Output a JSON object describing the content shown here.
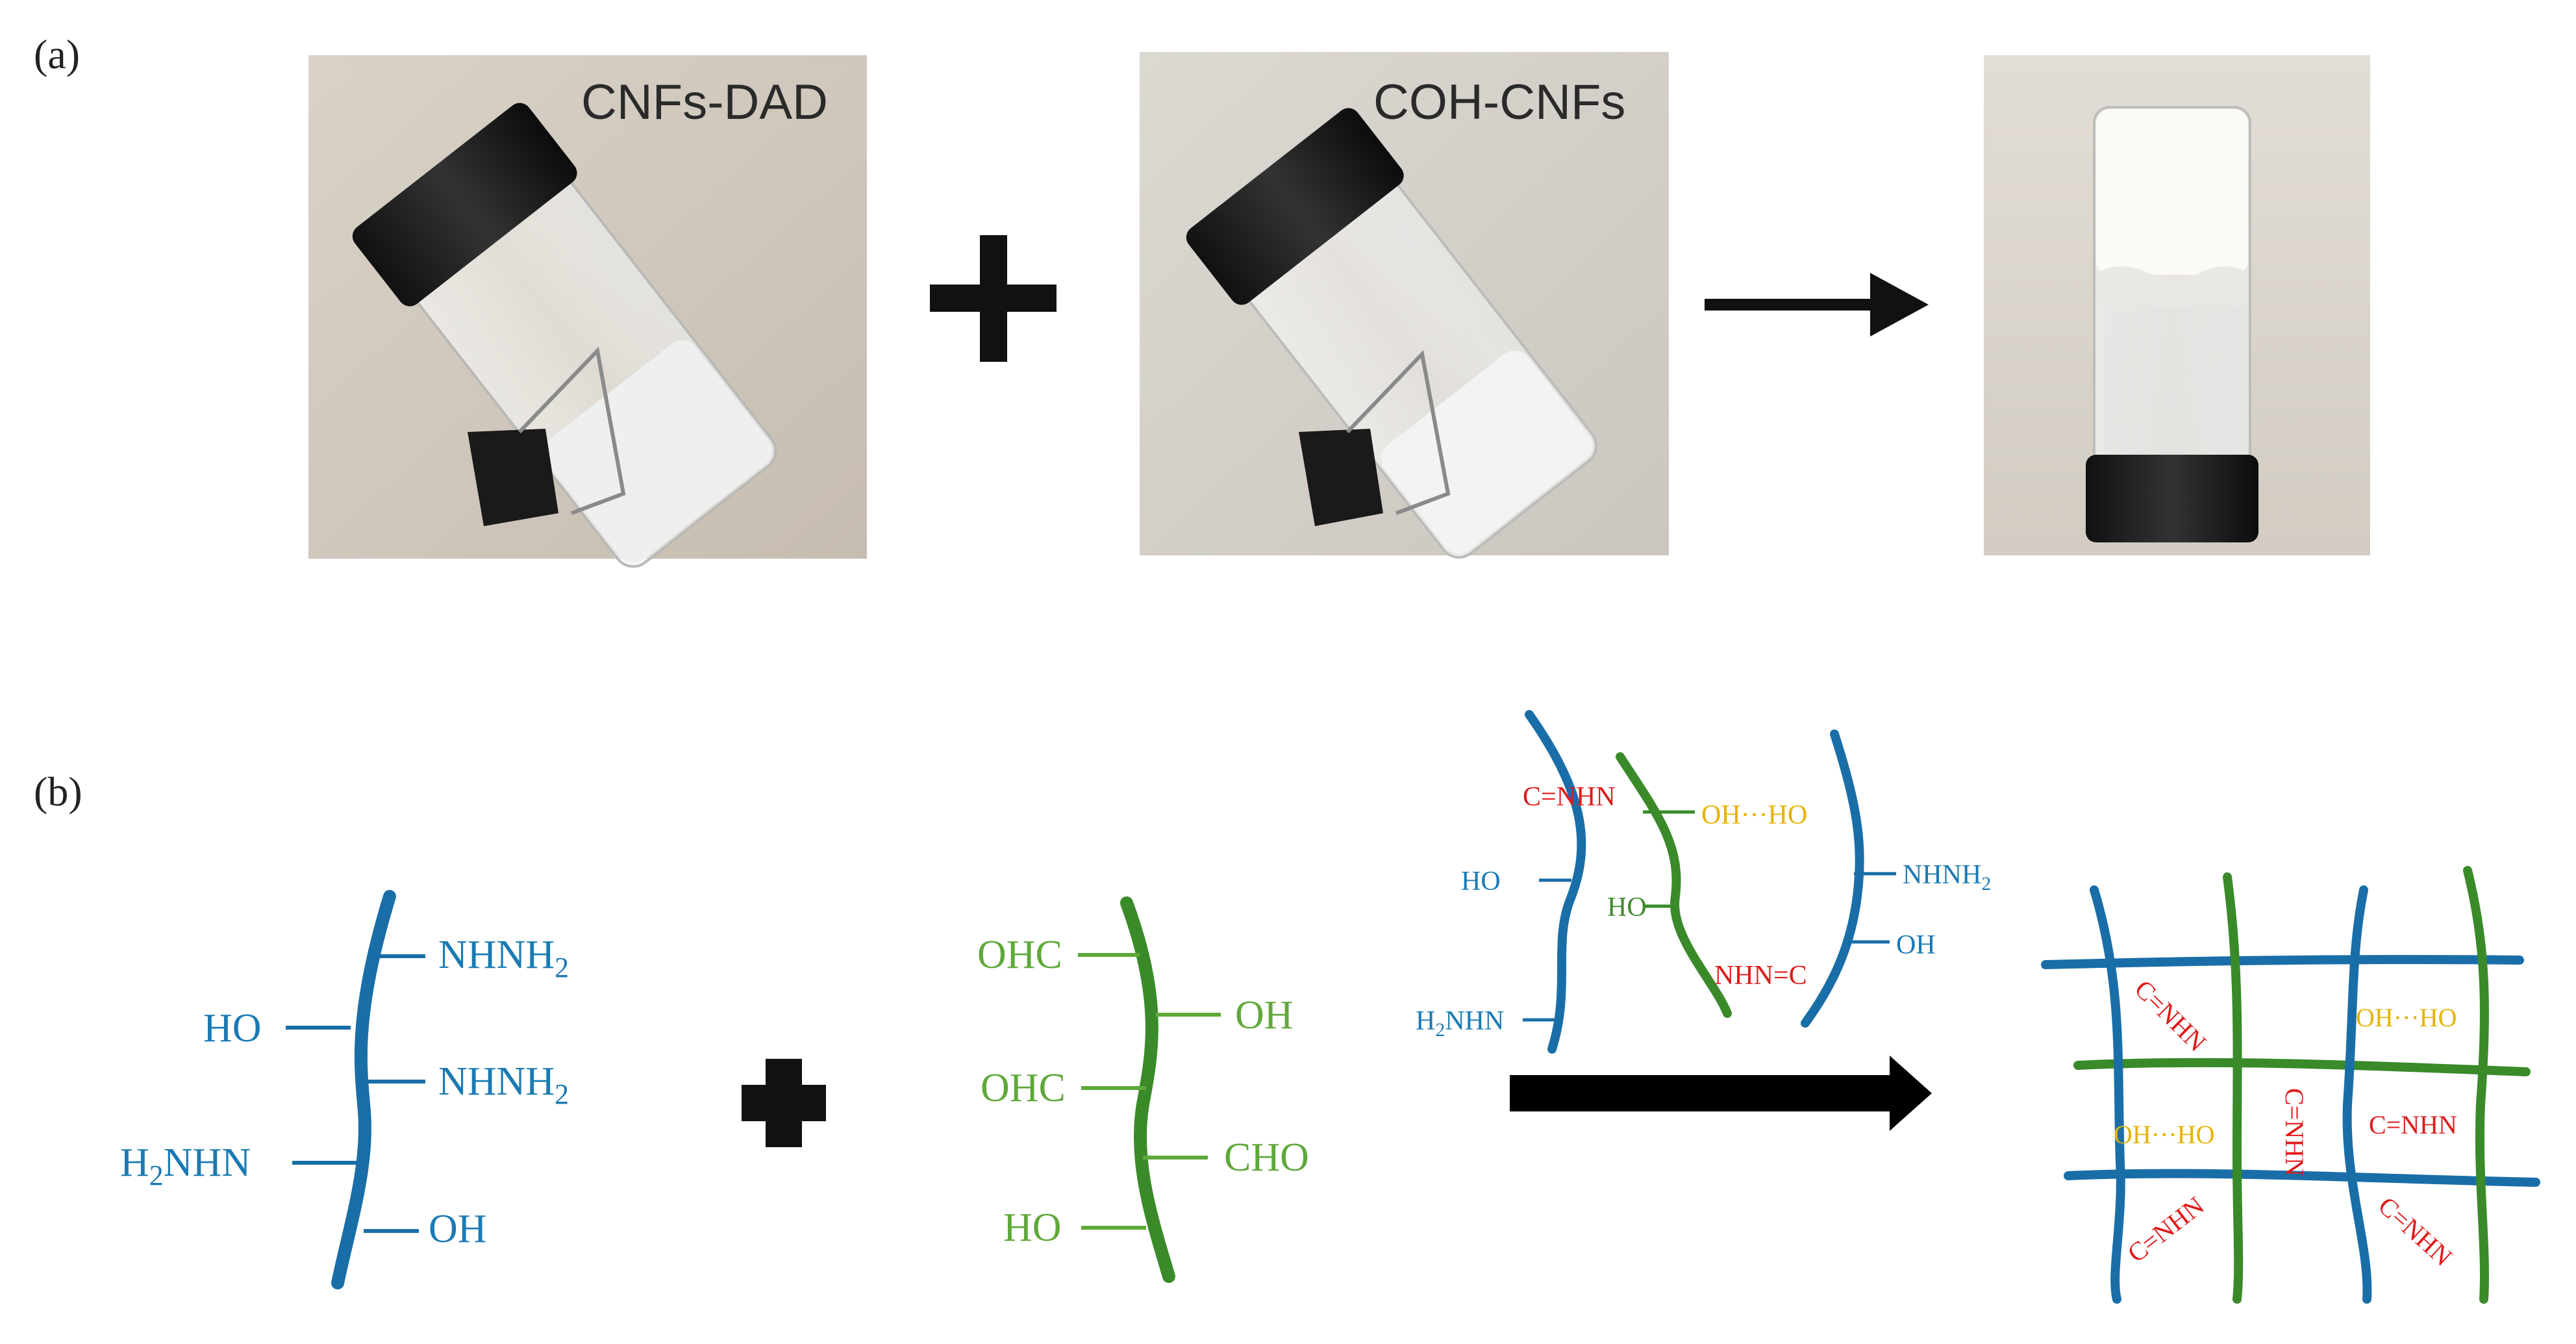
{
  "panel_labels": {
    "a": "(a)",
    "b": "(b)"
  },
  "photos": [
    {
      "label": "CNFs-DAD"
    },
    {
      "label": "COH-CNFs"
    },
    {
      "label": ""
    }
  ],
  "chain_blue": {
    "groups": [
      "NHNH2",
      "HO",
      "NHNH2",
      "H2NHN",
      "OH"
    ]
  },
  "chain_green": {
    "groups": [
      "OHC",
      "OH",
      "OHC",
      "CHO",
      "HO"
    ]
  },
  "crosslink": {
    "imine_a": "C=NHN",
    "hbond": "OH···HO",
    "ho_blue": "HO",
    "nhnh2": "NHNH2",
    "ho_green": "HO",
    "oh_blue": "OH",
    "imine_b": "NHN=C",
    "h2nhn": "H2NHN"
  },
  "network": {
    "imine": "C=NHN",
    "hbond": "OH···HO"
  },
  "colors": {
    "blue": "#1a6ea8",
    "green": "#3a8a2a",
    "red": "#e01a1a",
    "yellow": "#e6b300"
  }
}
